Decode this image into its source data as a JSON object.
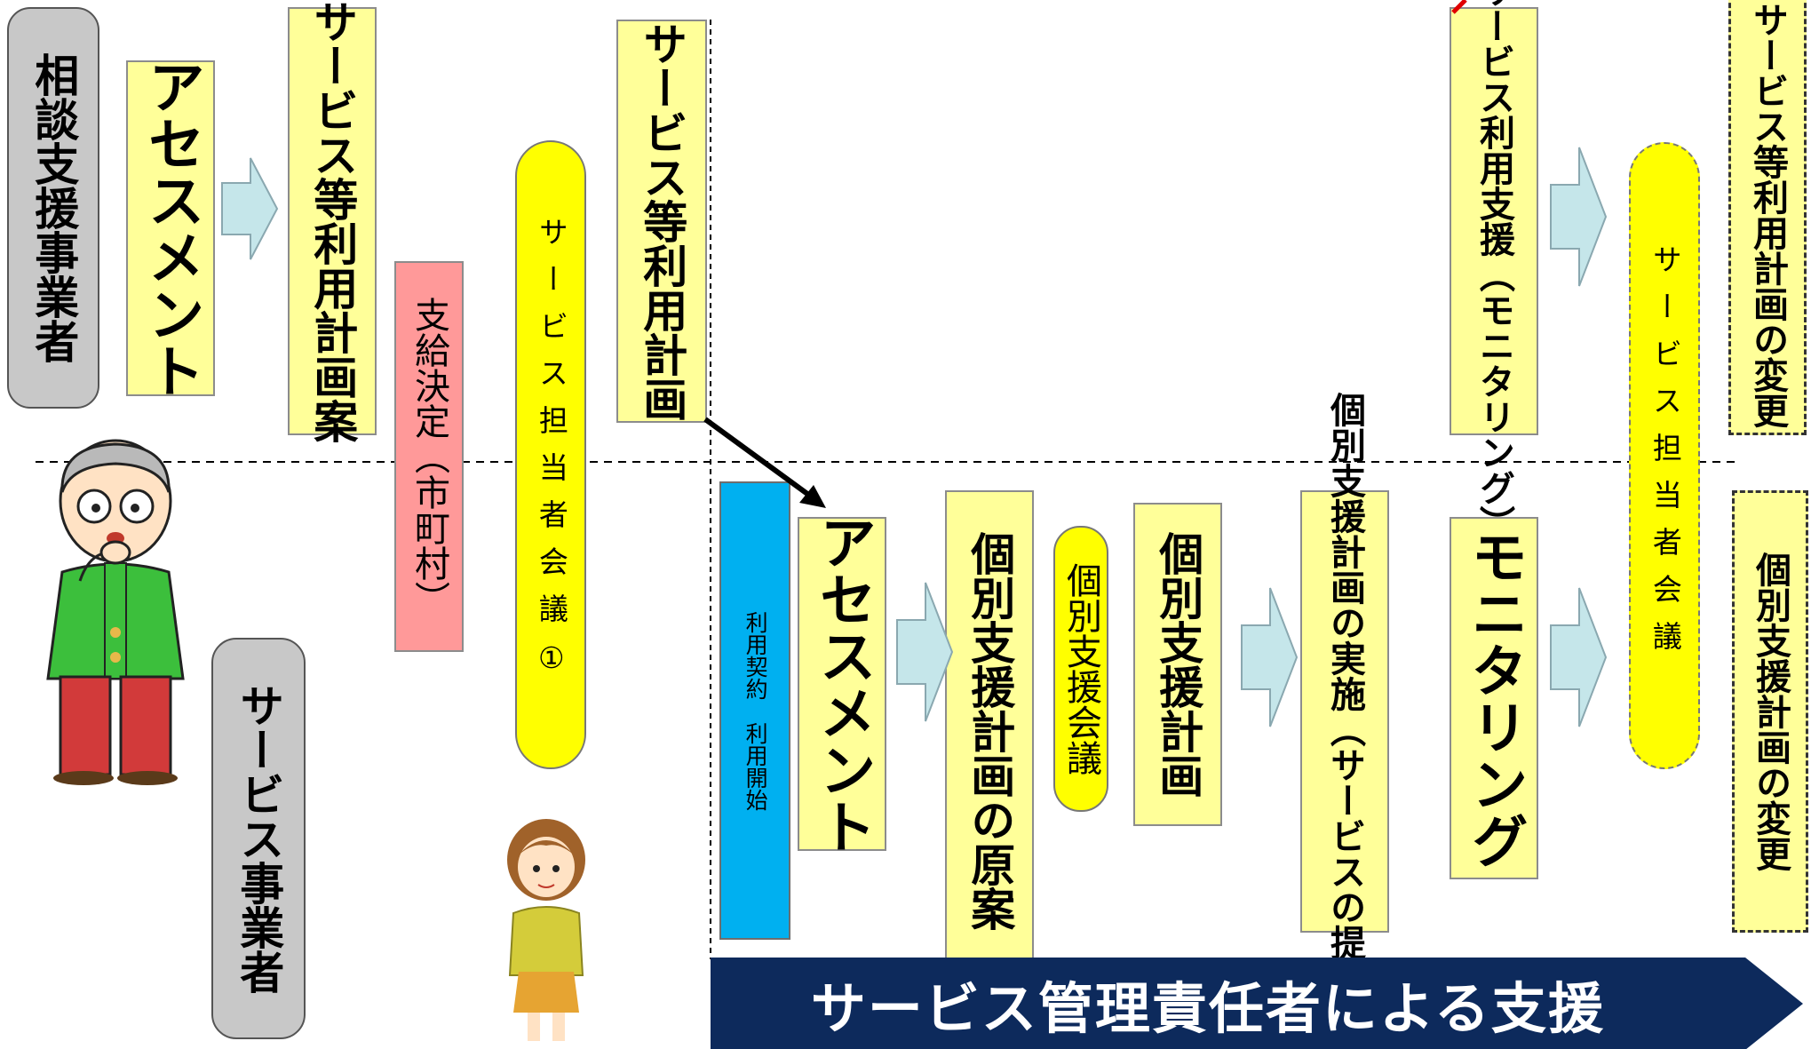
{
  "top_row": {
    "consultation_provider": "相談支援事業者",
    "assessment": "アセスメント",
    "plan_draft": "サービス等利用計画案",
    "benefit_decision": "支給決定（市町村）",
    "meeting_1": "サービス担当者会議①",
    "usage_plan": "サービス等利用計画",
    "continuous_support": "継続サービス利用支援（モニタリング）",
    "meeting_2": "サービス担当者会議",
    "plan_change": "サービス等利用計画の変更"
  },
  "bottom_row": {
    "service_provider": "サービス事業者",
    "contract": "利用契約　利用開始",
    "assessment": "アセスメント",
    "individual_plan_draft": "個別支援計画の原案",
    "individual_meeting": "個別支援会議",
    "individual_plan": "個別支援計画",
    "plan_implementation": "個別支援計画の実施（サービスの提供）",
    "monitoring": "モニタリング",
    "individual_plan_change": "個別支援計画の変更"
  },
  "banner": "サービス管理責任者による支援",
  "colors": {
    "light_yellow": "#ffff99",
    "yellow": "#ffff00",
    "gray": "#c8c8c8",
    "pink": "#ff9999",
    "blue": "#00b0f0",
    "arrow_fill": "#c5e6ea",
    "navy": "#0d2a5c",
    "red": "#e00000"
  }
}
